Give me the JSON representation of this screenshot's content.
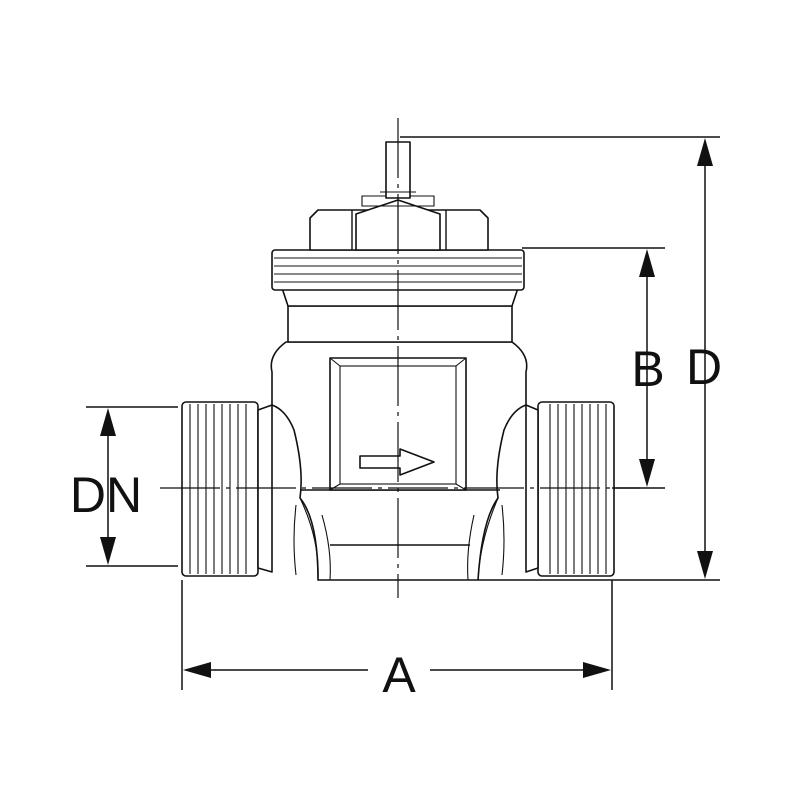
{
  "dimensions": {
    "a": "A",
    "b": "B",
    "d": "D",
    "dn": "DN"
  },
  "colors": {
    "line": "#111111",
    "background": "#ffffff"
  }
}
